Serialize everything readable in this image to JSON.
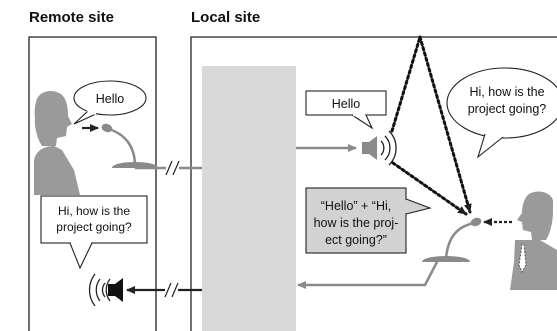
{
  "sections": {
    "remote_title": "Remote site",
    "local_title": "Local site"
  },
  "remote": {
    "speech_bubble": "Hello",
    "heard_box": [
      "Hi, how is the",
      "project going?"
    ]
  },
  "local": {
    "speaker_box": "Hello",
    "speech_bubble": [
      "Hi, how is the",
      "project going?"
    ],
    "mixed_box": [
      "“Hello” + “Hi,",
      "how is the proj-",
      "ect going?”"
    ]
  },
  "icons": {
    "remote_person": "person-silhouette-icon",
    "remote_microphone": "microphone-icon",
    "remote_speaker": "loudspeaker-icon",
    "local_person": "person-silhouette-icon",
    "local_microphone": "microphone-icon",
    "local_speaker": "loudspeaker-icon"
  },
  "colors": {
    "line": "#222222",
    "grey_arrow": "#8a8a8a",
    "echo_canceller": "#d9d9d9",
    "mixed_box_fill": "#d2d2d2",
    "silhouette": "#9a9a9a"
  }
}
